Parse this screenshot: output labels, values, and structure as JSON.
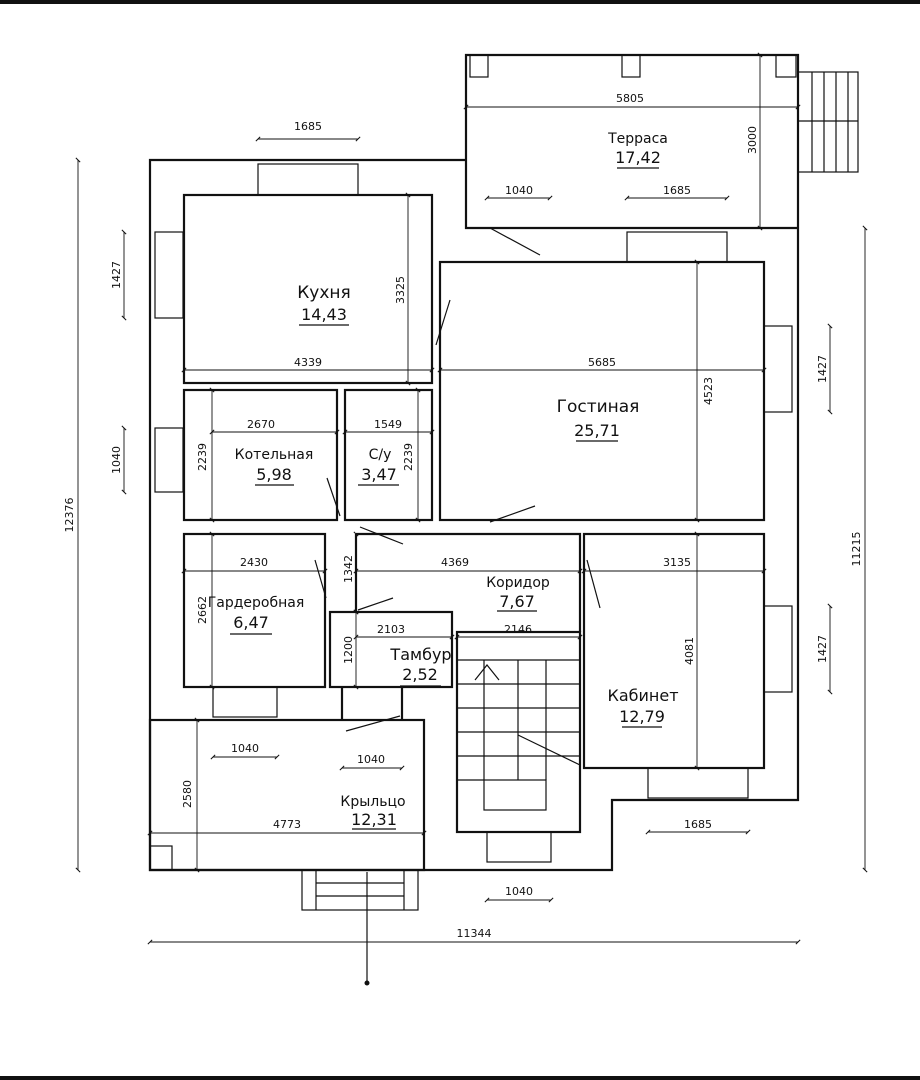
{
  "rooms": {
    "terrace": {
      "name": "Терраса",
      "area": "17,42"
    },
    "kitchen": {
      "name": "Кухня",
      "area": "14,43"
    },
    "boiler": {
      "name": "Котельная",
      "area": "5,98"
    },
    "wc": {
      "name": "С/у",
      "area": "3,47"
    },
    "living": {
      "name": "Гостиная",
      "area": "25,71"
    },
    "wardrobe": {
      "name": "Гардеробная",
      "area": "6,47"
    },
    "corridor": {
      "name": "Коридор",
      "area": "7,67"
    },
    "vestibule": {
      "name": "Тамбур",
      "area": "2,52"
    },
    "study": {
      "name": "Кабинет",
      "area": "12,79"
    },
    "porch": {
      "name": "Крыльцо",
      "area": "12,31"
    }
  },
  "dimensions": {
    "terrace_width": "5805",
    "terrace_depth": "3000",
    "terrace_win1": "1040",
    "terrace_win2": "1685",
    "kitchen_top_win": "1685",
    "kitchen_left_win": "1427",
    "kitchen_height": "3325",
    "kitchen_width": "4339",
    "living_width": "5685",
    "living_height": "4523",
    "living_win": "1427",
    "boiler_width": "2670",
    "boiler_height": "2239",
    "boiler_win": "1040",
    "wc_width": "1549",
    "wc_height": "2239",
    "wardrobe_width": "2430",
    "wardrobe_height": "2662",
    "corridor_width": "4369",
    "corridor_height": "1342",
    "vestibule_width": "2103",
    "vestibule_height": "1200",
    "stair_width": "2146",
    "study_width": "3135",
    "study_height": "4081",
    "study_win": "1427",
    "study_bottom_win": "1685",
    "porch_win1": "1040",
    "porch_win2": "1040",
    "porch_width": "4773",
    "porch_depth": "2580",
    "stair_win": "1040",
    "total_height": "12376",
    "right_height": "11215",
    "total_width": "11344"
  }
}
